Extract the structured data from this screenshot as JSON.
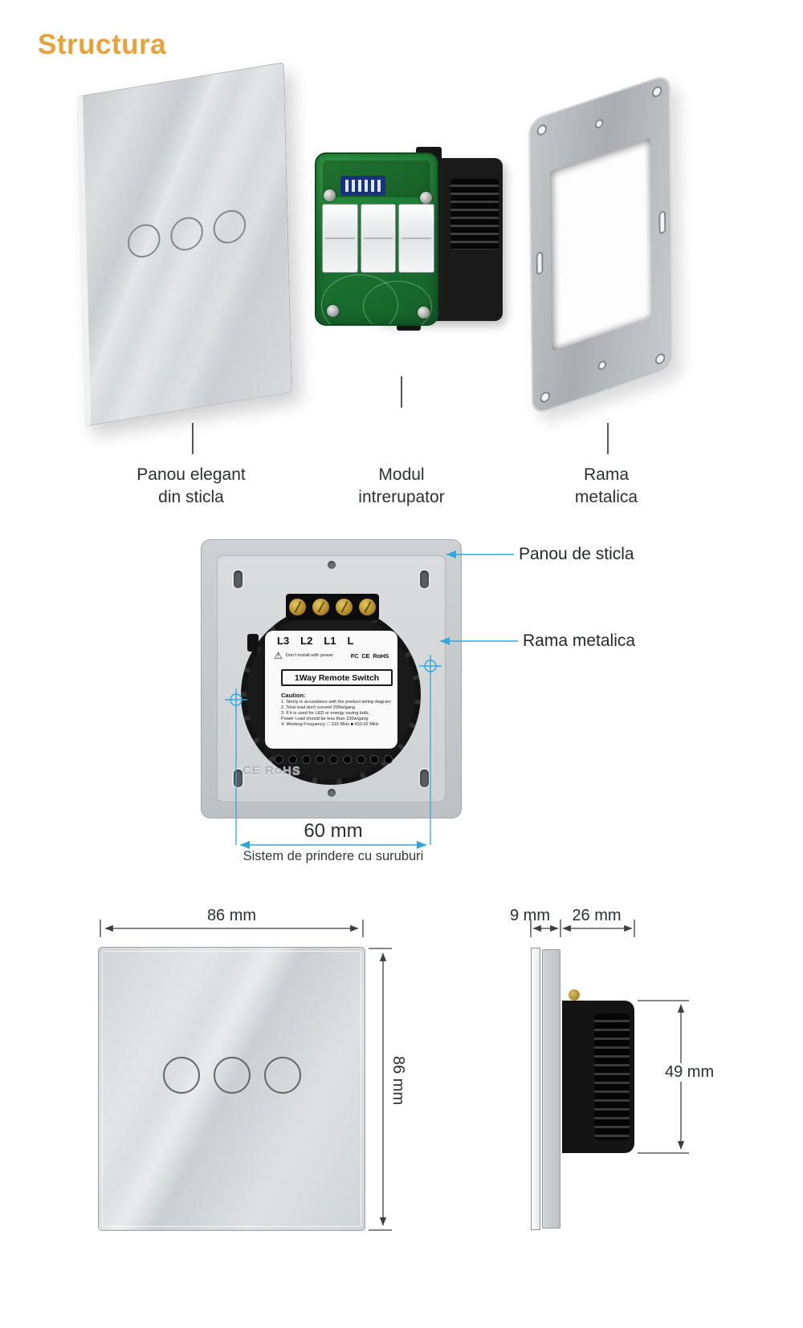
{
  "title": "Structura",
  "colors": {
    "accent": "#E9A23B",
    "dimension_blue": "#2FA7DF"
  },
  "exploded": {
    "glass_label": "Panou elegant\ndin sticla",
    "module_label": "Modul\nintrerupator",
    "frame_label": "Rama\nmetalica"
  },
  "back_view": {
    "callout_glass": "Panou de sticla",
    "callout_frame": "Rama metalica",
    "dim_width": "60 mm",
    "mounting_note": "Sistem de prindere cu suruburi",
    "plate_mark": "CE RoHS",
    "module": {
      "terminals": [
        "L3",
        "L2",
        "L1",
        "L"
      ],
      "warning_icon": "⚠",
      "warning": "Don't install with power",
      "certs": [
        "FC",
        "CE",
        "RoHS"
      ],
      "model": "1Way Remote Switch",
      "caution_title": "Caution:",
      "caution_lines": [
        "1. Stricly in accordance with the product wiring diagram",
        "2. Total load don't exceed 200w/gang",
        "3. If it is used for LED or energy saving bulb,",
        "Power Load should be less than 100w/gang",
        "4. Working Frequency: □ 315 MHz   ■ 433.92 MHz"
      ]
    }
  },
  "dimensions": {
    "front_width": "86 mm",
    "front_height": "86 mm",
    "side_depth_glass": "9 mm",
    "side_depth_module": "26 mm",
    "side_height": "49 mm"
  }
}
